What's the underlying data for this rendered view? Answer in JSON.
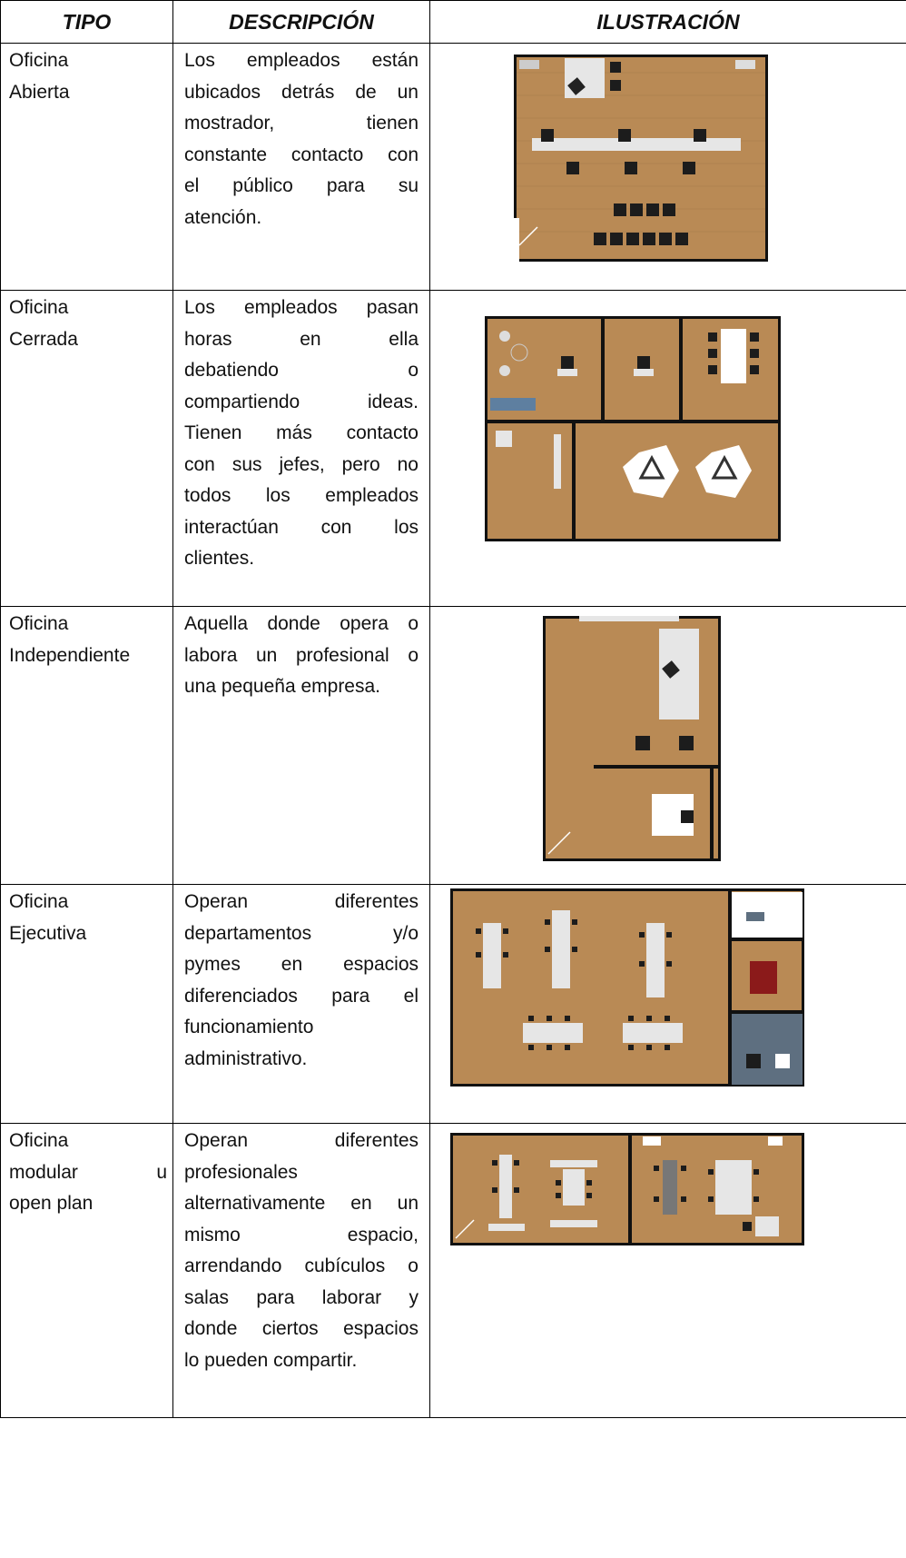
{
  "headers": {
    "tipo": "TIPO",
    "descripcion": "DESCRIPCIÓN",
    "ilustracion": "ILUSTRACIÓN"
  },
  "rows": [
    {
      "tipo": [
        "Oficina",
        "Abierta"
      ],
      "descripcion": [
        "Los empleados están",
        "ubicados detrás de un",
        "mostrador, tienen",
        "constante contacto con",
        "el público para su",
        "atención."
      ],
      "image": "open-office-floor-plan"
    },
    {
      "tipo": [
        "Oficina",
        "Cerrada"
      ],
      "descripcion": [
        "Los empleados pasan",
        "horas en ella",
        "debatiendo o",
        "compartiendo ideas.",
        "Tienen más contacto",
        "con sus jefes, pero no",
        "todos los empleados",
        "interactúan con los",
        "clientes."
      ],
      "image": "closed-office-floor-plan"
    },
    {
      "tipo": [
        "Oficina",
        "Independiente"
      ],
      "descripcion": [
        "Aquella donde opera o",
        "labora un profesional o",
        "una pequeña empresa."
      ],
      "image": "independent-office-floor-plan"
    },
    {
      "tipo": [
        "Oficina",
        "Ejecutiva"
      ],
      "descripcion": [
        "Operan diferentes",
        "departamentos y/o",
        "pymes en espacios",
        "diferenciados para el",
        "funcionamiento",
        "administrativo."
      ],
      "image": "executive-office-floor-plan"
    },
    {
      "tipo": [
        "Oficina",
        "modular u",
        "open plan"
      ],
      "descripcion": [
        "Operan diferentes",
        "profesionales",
        "alternativamente en un",
        "mismo espacio,",
        "arrendando cubículos o",
        "salas para laborar y",
        "donde ciertos espacios",
        "lo pueden compartir."
      ],
      "image": "open-plan-floor-plan"
    }
  ],
  "colors": {
    "floor": "#b98a55",
    "wall": "#111111",
    "desk": "#e6e6e6",
    "chair": "#1c1c1c",
    "carpet": "#5e6f80",
    "red_table": "#8b1a1a"
  }
}
